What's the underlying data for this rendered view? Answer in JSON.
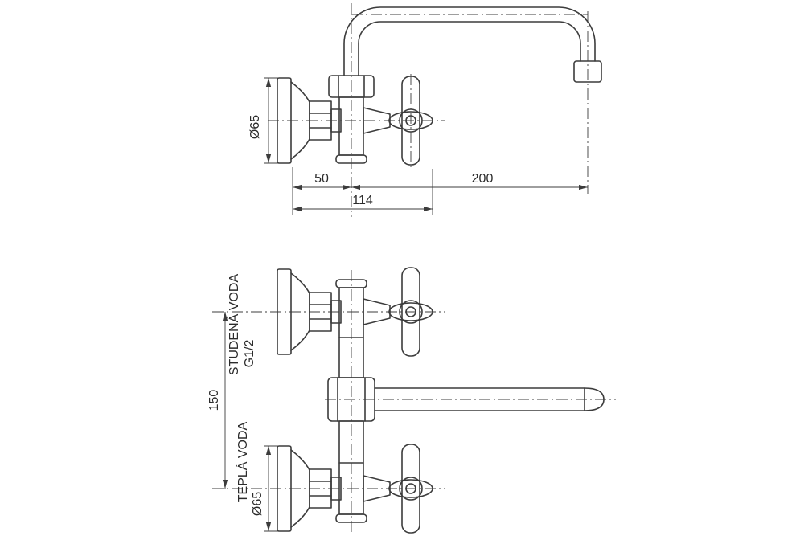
{
  "page": {
    "background": "#ffffff"
  },
  "drawing": {
    "line_color": "#3c3c3c",
    "text_color": "#2b2b2b",
    "side_view": {
      "dim_wall_to_spout_axis": "50",
      "dim_spout_reach": "200",
      "dim_wall_to_handle_front": "114",
      "dim_flange_diameter": "Ø65"
    },
    "front_view": {
      "dim_connection_spacing": "150",
      "dim_flange_diameter": "Ø65",
      "label_cold_water": "STUDENÁ VODA",
      "label_thread": "G1/2",
      "label_hot_water": "TEPLÁ VODA"
    }
  }
}
